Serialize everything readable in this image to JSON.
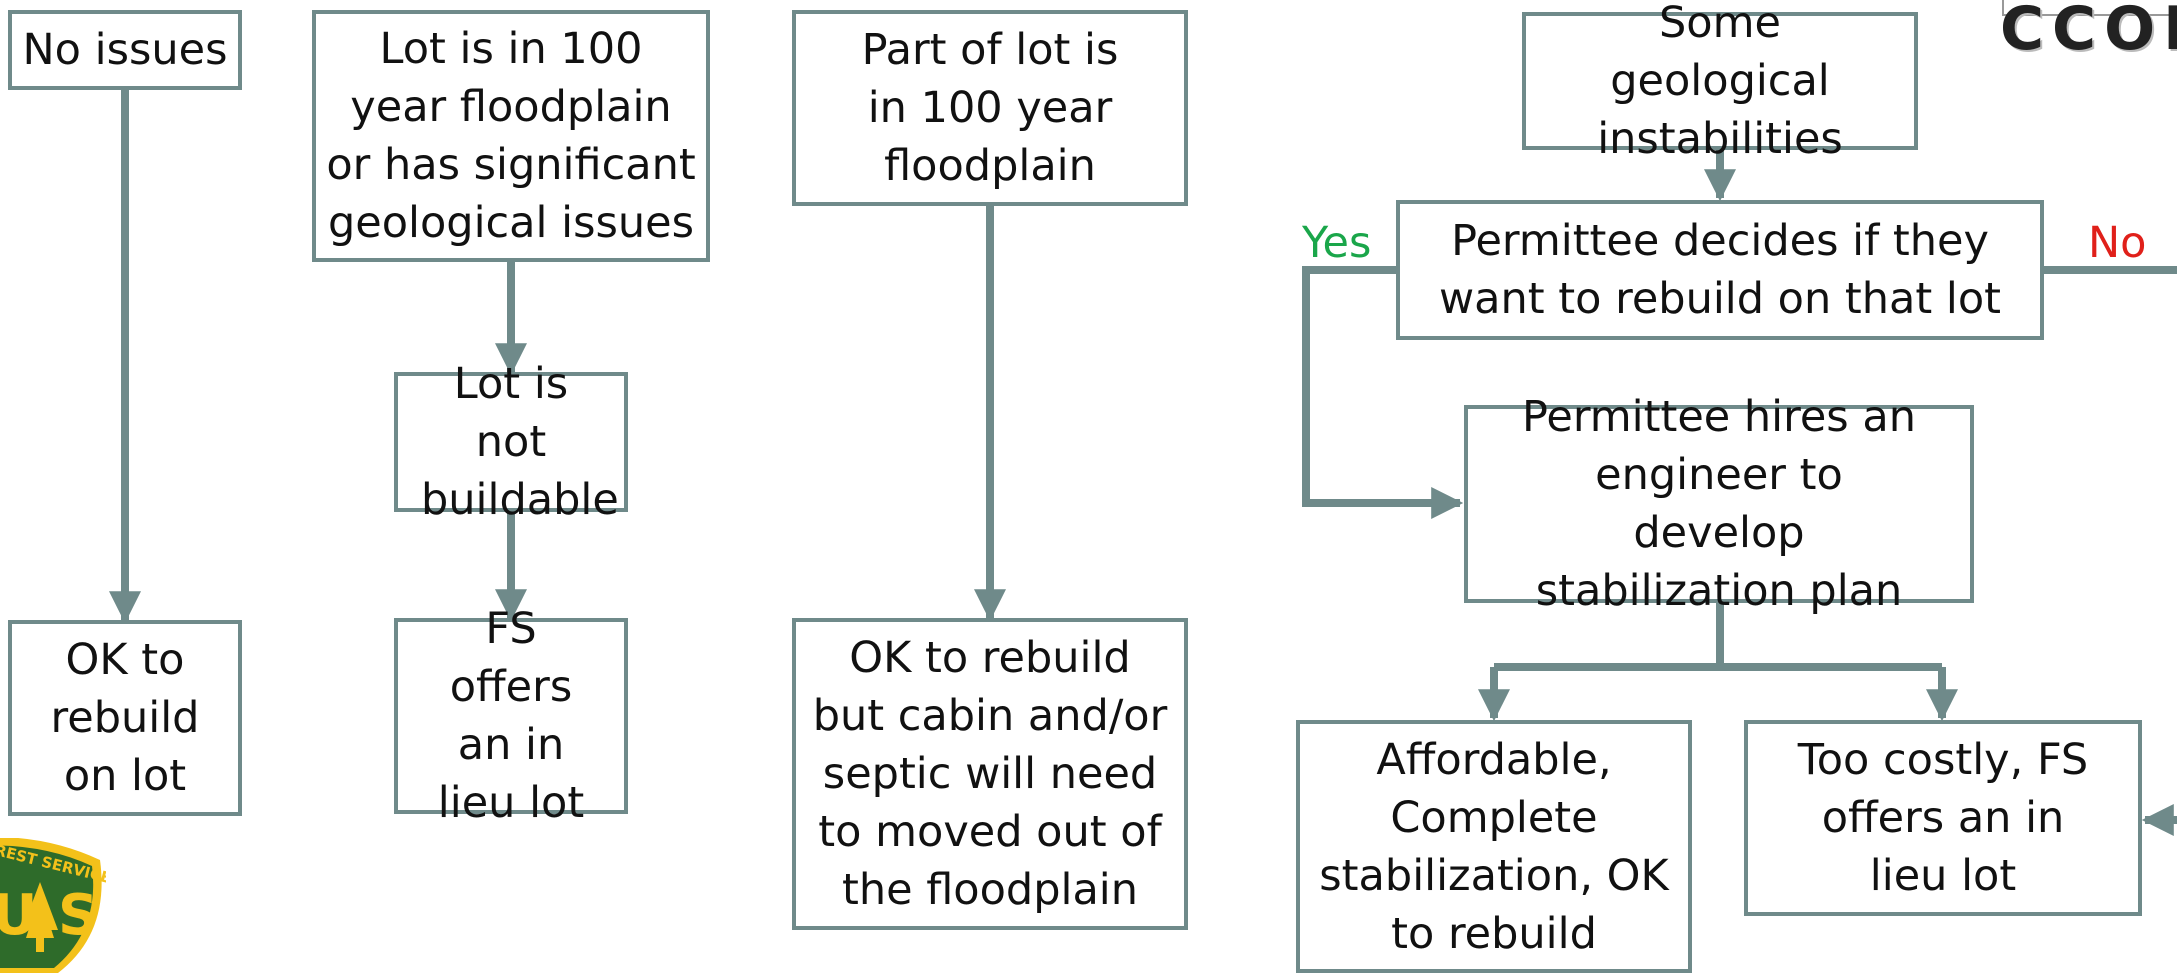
{
  "boxes": {
    "no_issues": "No issues",
    "ok_rebuild_lot": "OK to rebuild on lot",
    "floodplain_geo": "Lot is in 100 year floodplain or has significant geological issues",
    "not_buildable": "Lot is not buildable",
    "fs_in_lieu": "FS offers an in lieu lot",
    "part_floodplain": "Part of lot is in 100 year floodplain",
    "ok_rebuild_but": "OK to rebuild but cabin and/or septic will need to moved out of the floodplain",
    "some_geo": "Some geological instabilities",
    "permittee_decides": "Permittee decides if they want to rebuild on that lot",
    "hires_engineer": "Permittee hires an engineer to develop stabilization plan",
    "affordable": "Affordable, Complete stabilization, OK to rebuild",
    "too_costly": "Too costly, FS offers an in lieu lot"
  },
  "labels": {
    "yes": "Yes",
    "no": "No"
  },
  "logos": {
    "ccorp_text": "CCORP",
    "usfs_text": "FOREST SERVICE"
  },
  "colors": {
    "line": "#6f8a8a",
    "yes": "#1aa64a",
    "no": "#e0201a",
    "usfs_green": "#2e6b2a",
    "usfs_gold": "#f3c11a"
  }
}
